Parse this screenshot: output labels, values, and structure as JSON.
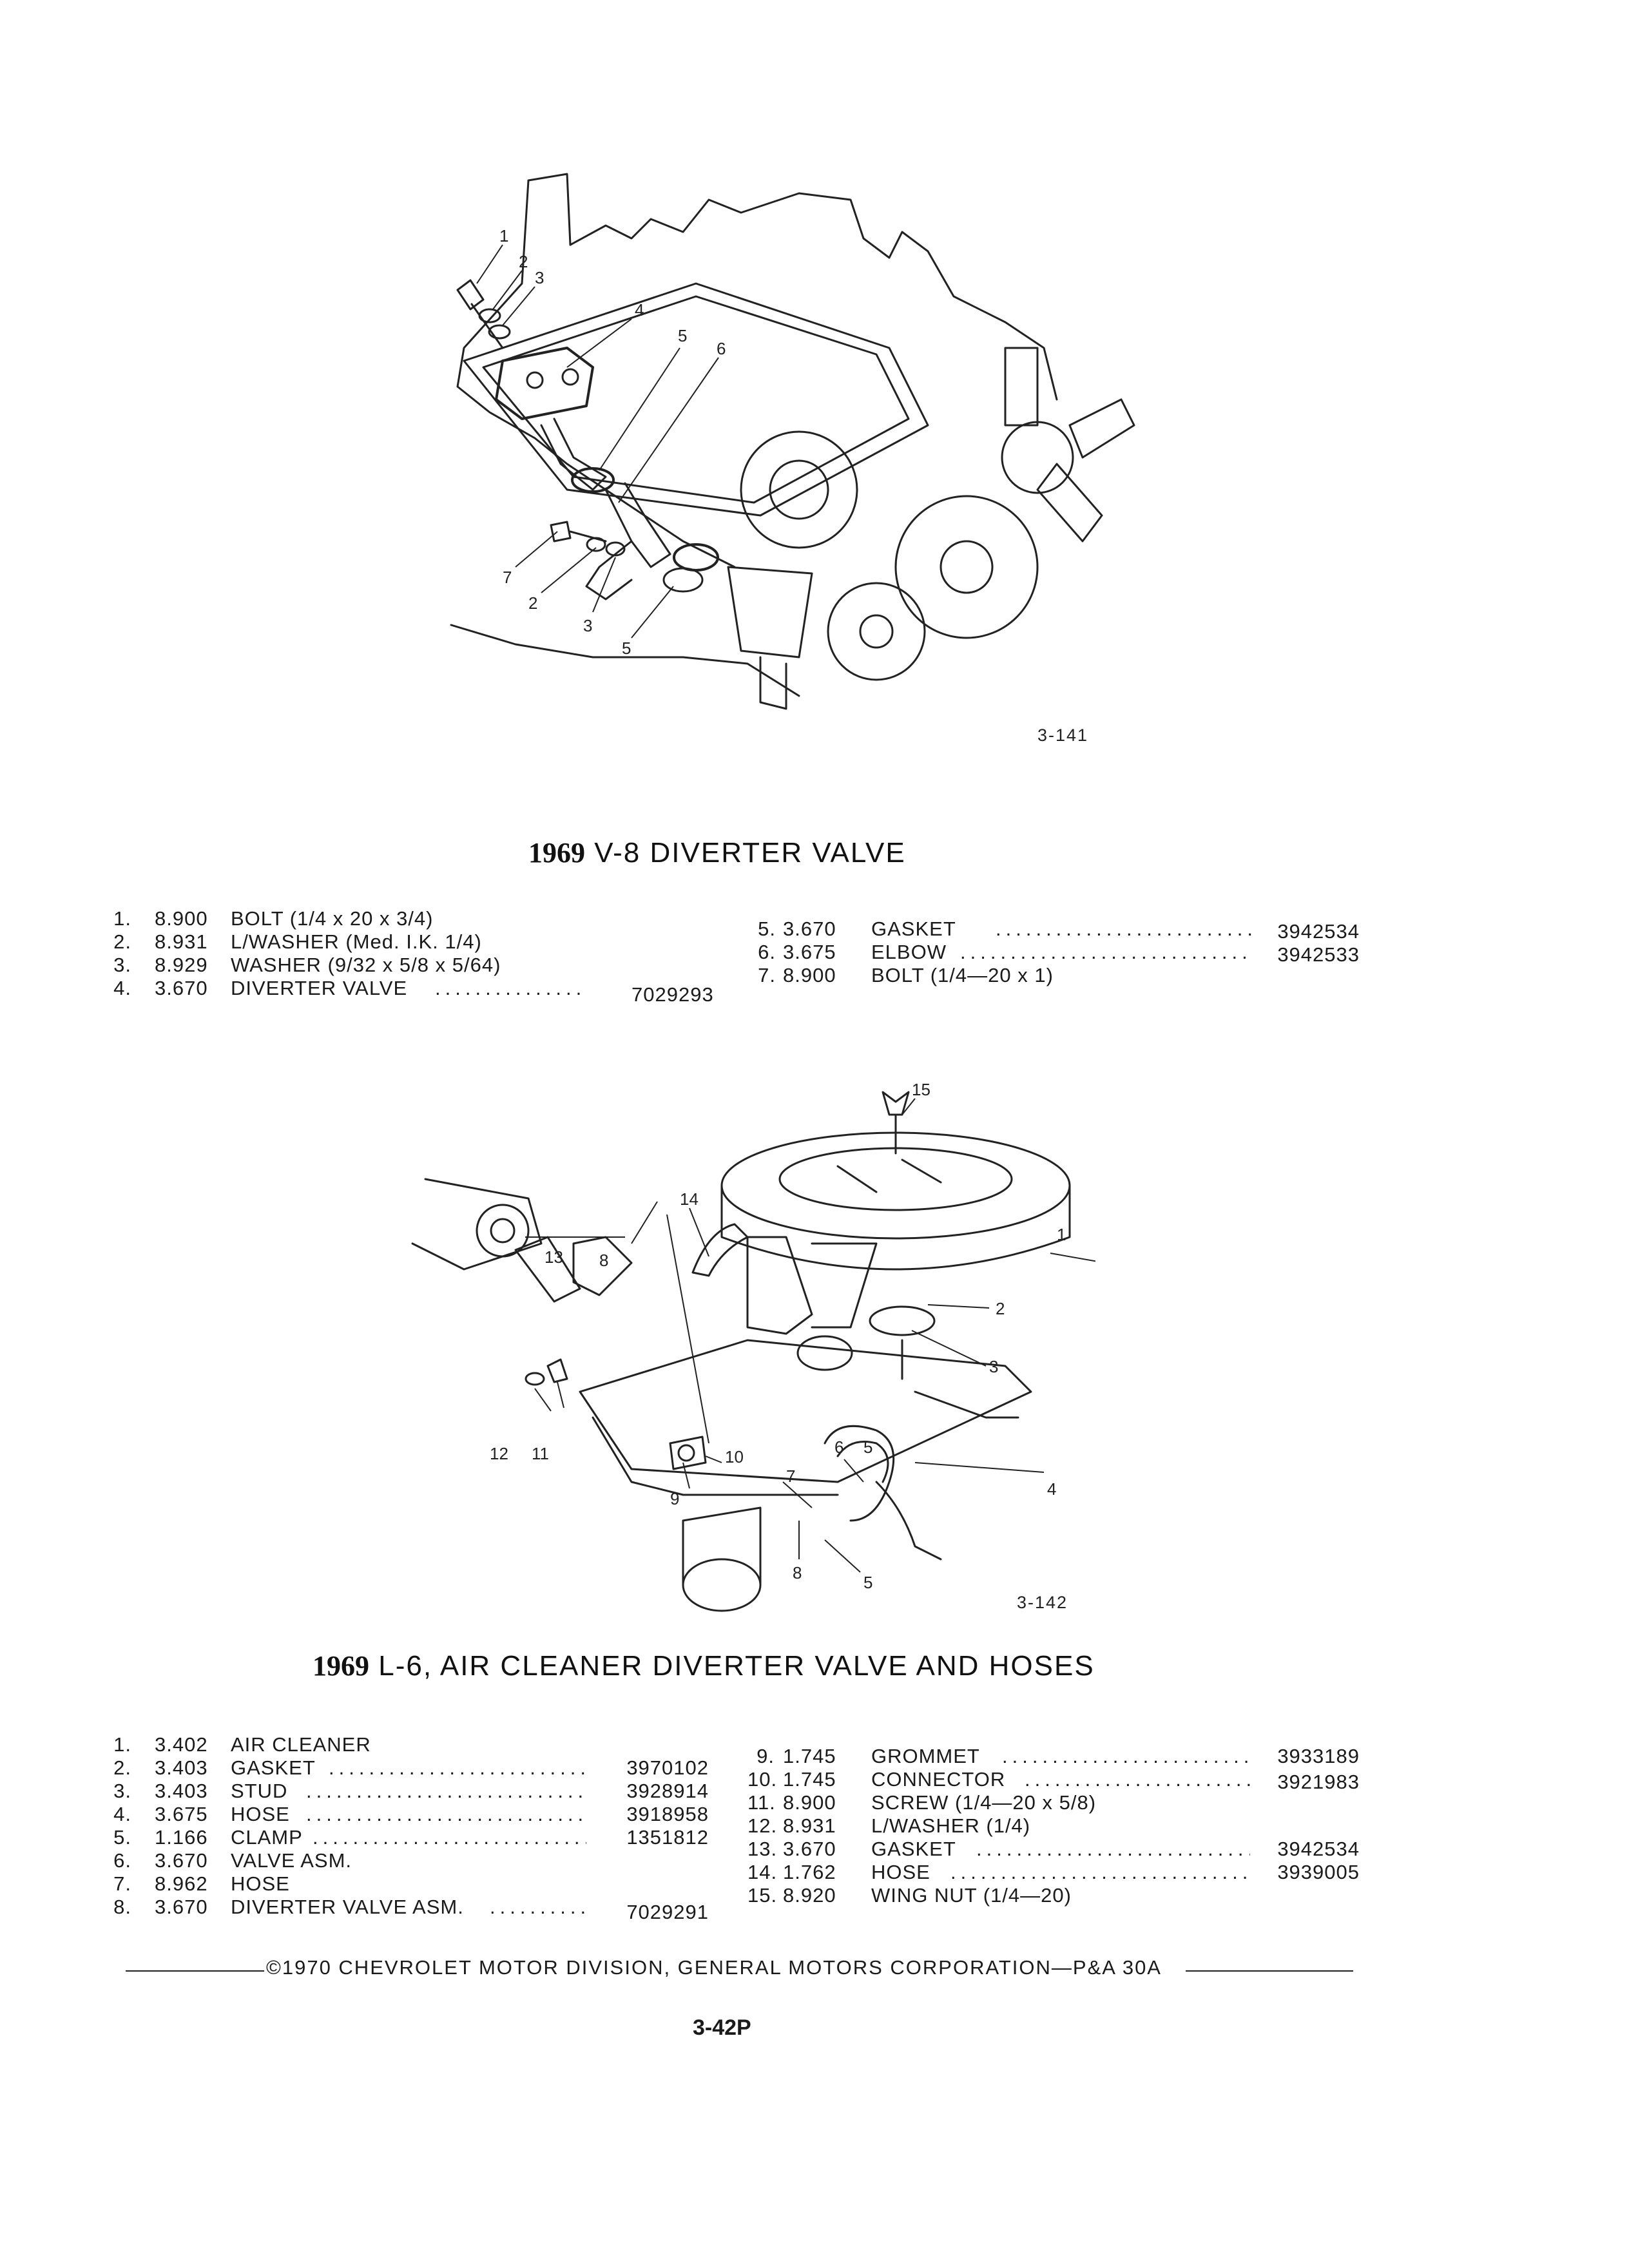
{
  "figure1": {
    "label": "3-141",
    "callouts": [
      "1",
      "2",
      "3",
      "4",
      "5",
      "6",
      "7",
      "2",
      "3",
      "5"
    ]
  },
  "section1": {
    "title_year": "1969",
    "title_rest": "V-8 DIVERTER VALVE",
    "left": [
      {
        "n": "1.",
        "code": "8.900",
        "desc": "BOLT (1/4 x 20 x 3/4)",
        "part": ""
      },
      {
        "n": "2.",
        "code": "8.931",
        "desc": "L/WASHER (Med. I.K. 1/4)",
        "part": ""
      },
      {
        "n": "3.",
        "code": "8.929",
        "desc": "WASHER (9/32 x 5/8 x 5/64)",
        "part": ""
      },
      {
        "n": "4.",
        "code": "3.670",
        "desc": "DIVERTER VALVE",
        "part": "7029293"
      }
    ],
    "right": [
      {
        "n": "5.",
        "code": "3.670",
        "desc": "GASKET",
        "part": "3942534"
      },
      {
        "n": "6.",
        "code": "3.675",
        "desc": "ELBOW",
        "part": "3942533"
      },
      {
        "n": "7.",
        "code": "8.900",
        "desc": "BOLT (1/4—20 x 1)",
        "part": ""
      }
    ]
  },
  "figure2": {
    "label": "3-142",
    "callouts": [
      "15",
      "14",
      "1",
      "13",
      "8",
      "2",
      "3",
      "12",
      "11",
      "10",
      "9",
      "6",
      "5",
      "7",
      "4",
      "8",
      "5"
    ]
  },
  "section2": {
    "title_year": "1969",
    "title_rest": "L-6, AIR CLEANER DIVERTER VALVE AND HOSES",
    "left": [
      {
        "n": "1.",
        "code": "3.402",
        "desc": "AIR CLEANER",
        "part": ""
      },
      {
        "n": "2.",
        "code": "3.403",
        "desc": "GASKET",
        "part": "3970102"
      },
      {
        "n": "3.",
        "code": "3.403",
        "desc": "STUD",
        "part": "3928914"
      },
      {
        "n": "4.",
        "code": "3.675",
        "desc": "HOSE",
        "part": "3918958"
      },
      {
        "n": "5.",
        "code": "1.166",
        "desc": "CLAMP",
        "part": "1351812"
      },
      {
        "n": "6.",
        "code": "3.670",
        "desc": "VALVE ASM.",
        "part": ""
      },
      {
        "n": "7.",
        "code": "8.962",
        "desc": "HOSE",
        "part": ""
      },
      {
        "n": "8.",
        "code": "3.670",
        "desc": "DIVERTER VALVE ASM.",
        "part": "7029291"
      }
    ],
    "right": [
      {
        "n": "9.",
        "code": "1.745",
        "desc": "GROMMET",
        "part": "3933189"
      },
      {
        "n": "10.",
        "code": "1.745",
        "desc": "CONNECTOR",
        "part": "3921983"
      },
      {
        "n": "11.",
        "code": "8.900",
        "desc": "SCREW (1/4—20 x 5/8)",
        "part": ""
      },
      {
        "n": "12.",
        "code": "8.931",
        "desc": "L/WASHER (1/4)",
        "part": ""
      },
      {
        "n": "13.",
        "code": "3.670",
        "desc": "GASKET",
        "part": "3942534"
      },
      {
        "n": "14.",
        "code": "1.762",
        "desc": "HOSE",
        "part": "3939005"
      },
      {
        "n": "15.",
        "code": "8.920",
        "desc": "WING NUT (1/4—20)",
        "part": ""
      }
    ]
  },
  "footer": {
    "copyright": "©1970 CHEVROLET MOTOR DIVISION, GENERAL MOTORS CORPORATION—P&A 30A",
    "page": "3-42P"
  }
}
